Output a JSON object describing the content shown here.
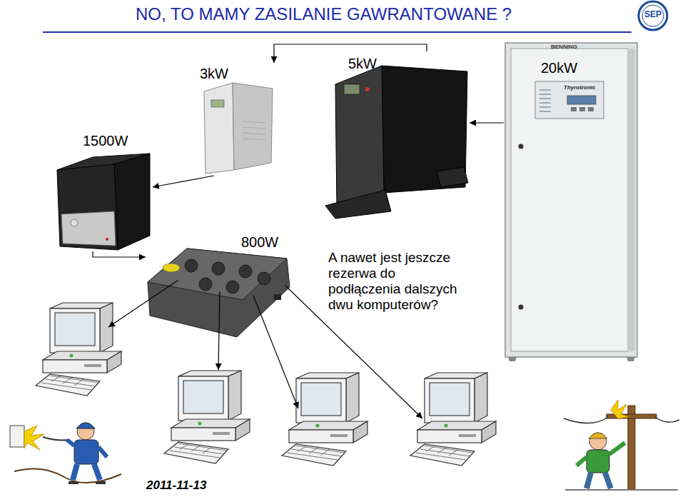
{
  "diagram": {
    "title": "NO, TO MAMY ZASILANIE GAWRANTOWANE ?",
    "nodes": [
      {
        "text": [
          "3kW"
        ]
      },
      {
        "text": [
          "5kW"
        ]
      },
      {
        "text": [
          "20kW"
        ]
      },
      {
        "text": [
          "1500W"
        ]
      },
      {
        "text": [
          "800W"
        ]
      }
    ],
    "edges": [
      {
        "from": 2,
        "to": 1,
        "arrow": "to"
      },
      {
        "from": 1,
        "to": 0,
        "arrow": "to"
      },
      {
        "from": 0,
        "to": 3,
        "arrow": "to"
      },
      {
        "from": 3,
        "to": 4,
        "arrow": "to"
      }
    ],
    "labels": [
      "A nawet jest jeszcze rezerwa do podłączenia dalszych dwu komputerów?",
      "2011-11-13",
      "SEP",
      "BENNING",
      "Thyrotronic"
    ]
  }
}
